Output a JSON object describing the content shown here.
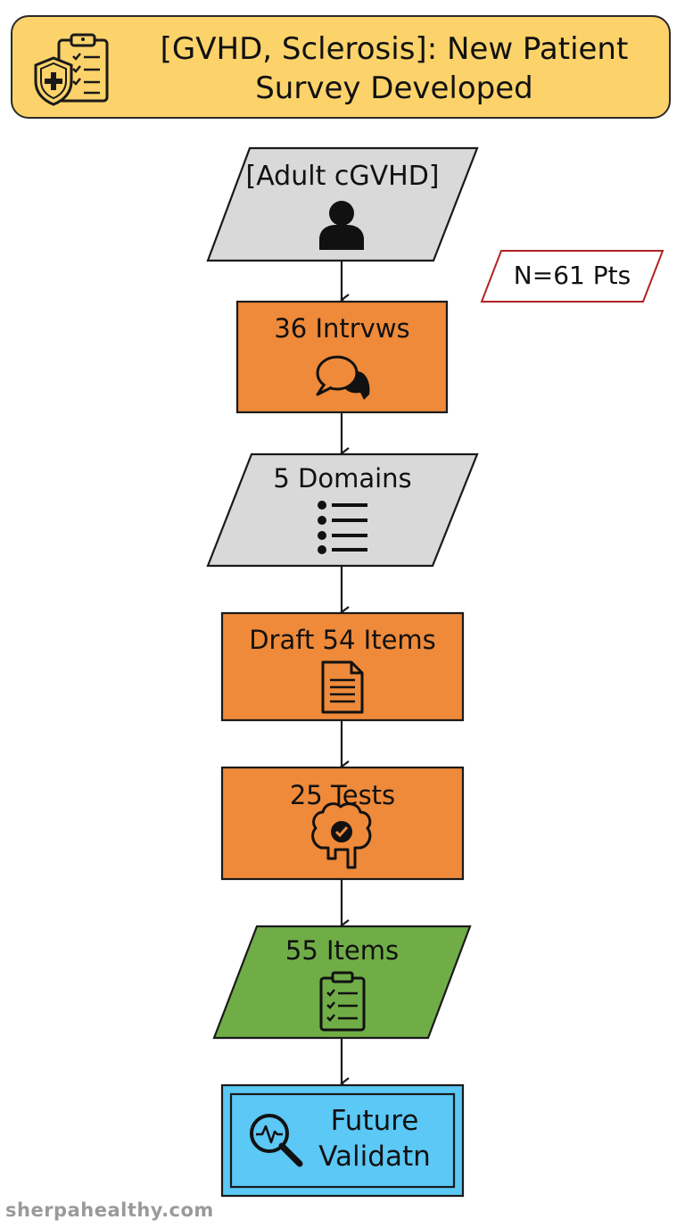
{
  "header": {
    "title_line1": "[GVHD, Sclerosis]: New Patient",
    "title_line2": "Survey Developed",
    "icon": "clipboard-shield-icon"
  },
  "side_note": {
    "label": "N=61 Pts"
  },
  "nodes": [
    {
      "id": "adult",
      "label": "[Adult cGVHD]",
      "shape": "parallelogram",
      "fill": "#d9d9d9",
      "icon": "person-icon"
    },
    {
      "id": "interviews",
      "label": "36 Intrvws",
      "shape": "rectangle",
      "fill": "#ee8a3a",
      "icon": "speech-bubbles-icon"
    },
    {
      "id": "domains",
      "label": "5 Domains",
      "shape": "parallelogram",
      "fill": "#d9d9d9",
      "icon": "bullet-list-icon"
    },
    {
      "id": "draft",
      "label": "Draft 54 Items",
      "shape": "rectangle",
      "fill": "#ee8a3a",
      "icon": "document-icon"
    },
    {
      "id": "tests",
      "label": "25 Tests",
      "shape": "rectangle",
      "fill": "#ee8a3a",
      "icon": "brain-check-icon"
    },
    {
      "id": "items",
      "label": "55 Items",
      "shape": "parallelogram",
      "fill": "#70ad47",
      "icon": "clipboard-checklist-icon"
    },
    {
      "id": "future",
      "label_line1": "Future",
      "label_line2": "Validatn",
      "shape": "double-rectangle",
      "fill": "#5bc8f5",
      "icon": "magnify-pulse-icon"
    }
  ],
  "colors": {
    "header_fill": "#fcd36a",
    "orange": "#ee8a3a",
    "gray": "#d9d9d9",
    "green": "#70ad47",
    "blue": "#5bc8f5",
    "note_border": "#b22222",
    "stroke": "#1a1a1a"
  },
  "watermark": "sherpahealthy.com"
}
